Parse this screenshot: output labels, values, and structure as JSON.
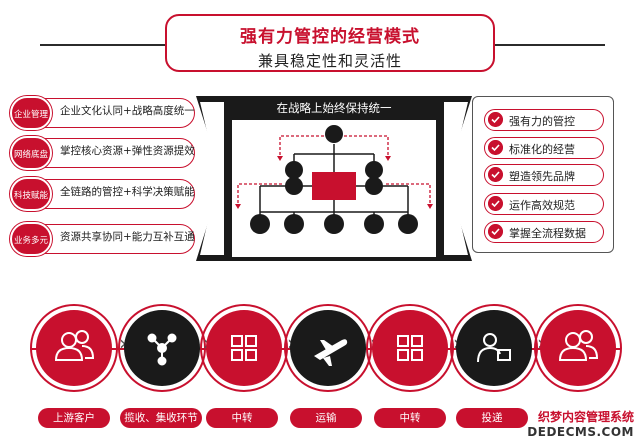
{
  "header": {
    "title": "强有力管控的经营模式",
    "subtitle": "兼具稳定性和灵活性"
  },
  "left_items": [
    {
      "badge": "企业管理",
      "text": "企业文化认同+战略高度统一"
    },
    {
      "badge": "网络底盘",
      "text": "掌控核心资源+弹性资源提效"
    },
    {
      "badge": "科技赋能",
      "text": "全链路的管控+科学决策赋能"
    },
    {
      "badge": "业务多元",
      "text": "资源共享协同+能力互补互通"
    }
  ],
  "center": {
    "heading": "在战略上始终保持统一"
  },
  "right_items": [
    {
      "text": "强有力的管控"
    },
    {
      "text": "标准化的经营"
    },
    {
      "text": "塑造领先品牌"
    },
    {
      "text": "运作高效规范"
    },
    {
      "text": "掌握全流程数据"
    }
  ],
  "process": [
    {
      "label": "上游客户",
      "icon": "users-icon",
      "style": "red"
    },
    {
      "label": "揽收、集收环节",
      "icon": "network-icon",
      "style": "black"
    },
    {
      "label": "中转",
      "icon": "grid-icon",
      "style": "red"
    },
    {
      "label": "运输",
      "icon": "plane-icon",
      "style": "black"
    },
    {
      "label": "中转",
      "icon": "grid-icon",
      "style": "red"
    },
    {
      "label": "投递",
      "icon": "courier-icon",
      "style": "black"
    },
    {
      "label": "",
      "icon": "users-icon",
      "style": "red"
    }
  ],
  "watermark": {
    "line1": "织梦内容管理系统",
    "line2": "DEDECMS.COM"
  },
  "colors": {
    "accent": "#c8102e",
    "dark": "#1a1a1a"
  }
}
